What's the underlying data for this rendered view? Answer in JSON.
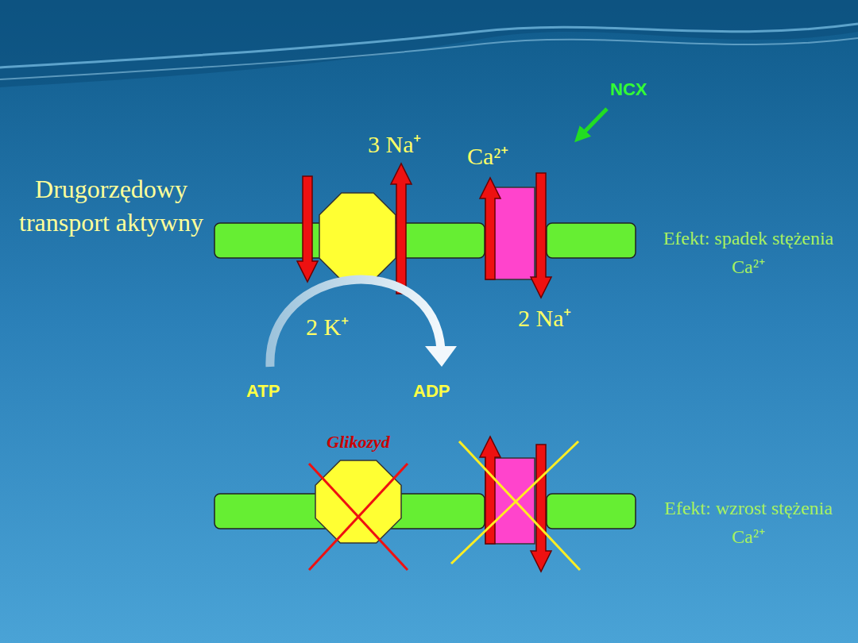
{
  "diagram": {
    "title": "Drugorzędowy transport aktywny",
    "nodes": [
      {
        "text": [
          "Glikozyd"
        ]
      }
    ],
    "labels": [
      "NCX",
      "3 Na⁺",
      "Ca²⁺",
      "2 K⁺",
      "2 Na⁺",
      "ATP",
      "ADP",
      "Efekt: spadek stężenia Ca²⁺",
      "Efekt: wzrost stężenia Ca²⁺"
    ]
  }
}
